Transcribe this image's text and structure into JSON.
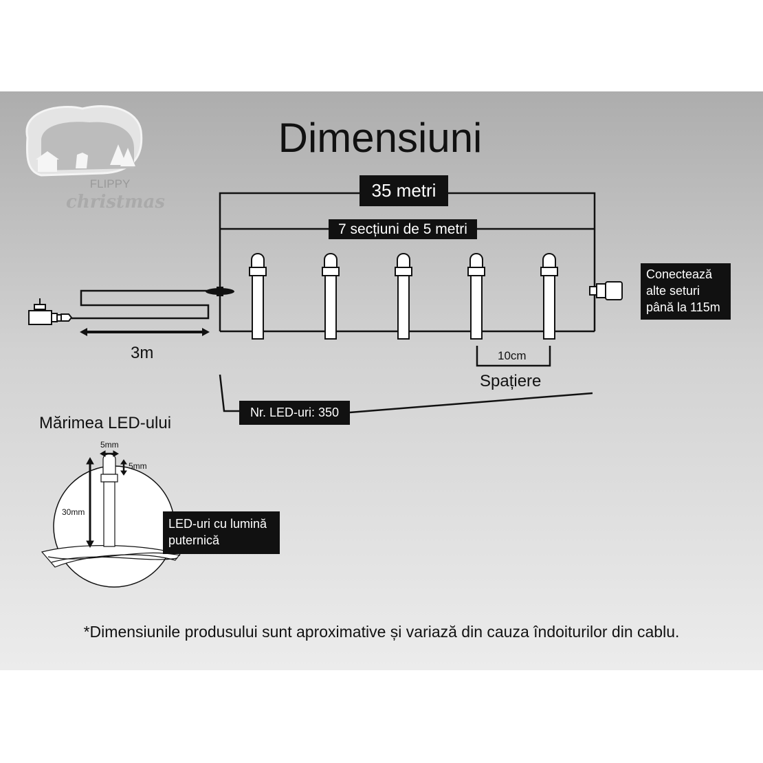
{
  "title": "Dimensiuni",
  "logo": {
    "brand": "FLIPPY",
    "script": "christmas"
  },
  "total_length": "35 metri",
  "sections": "7 secțiuni de 5 metri",
  "lead_cable": "3m",
  "connect_note": [
    "Conectează",
    "alte seturi",
    "până la 115m"
  ],
  "spacing_value": "10cm",
  "spacing_label": "Spațiere",
  "led_count": "Nr. LED-uri: 350",
  "led_size": {
    "heading": "Mărimea LED-ului",
    "width": "5mm",
    "head_height": "5mm",
    "total_height": "30mm",
    "note": [
      "LED-uri cu lumină",
      "puternică"
    ]
  },
  "footnote": "*Dimensiunile produsului sunt aproximative și variază din cauza îndoiturilor din cablu.",
  "colors": {
    "box": "#111111",
    "text_on_box": "#ffffff",
    "line": "#111111"
  }
}
